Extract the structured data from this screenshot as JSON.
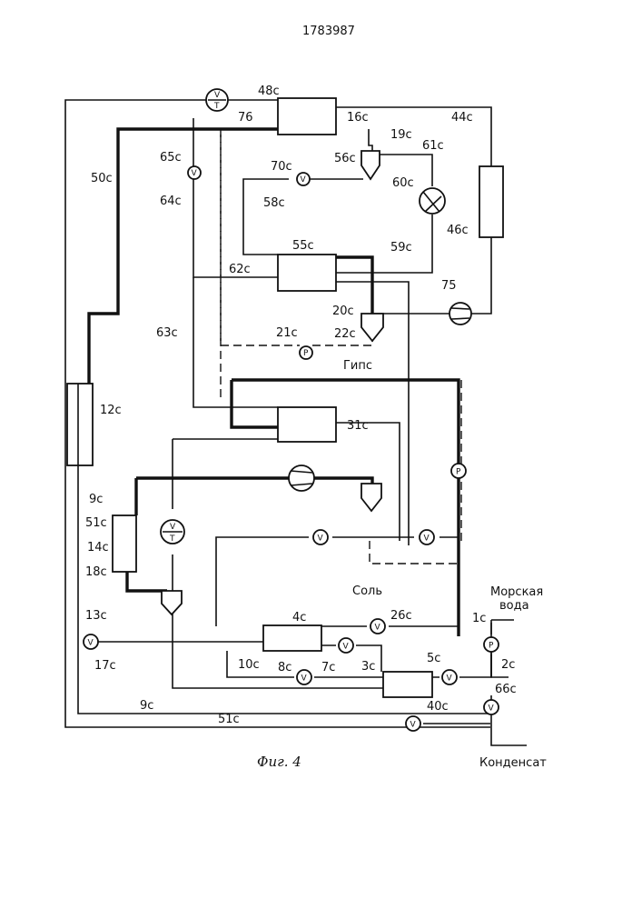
{
  "patent_number": "1783987",
  "caption": "Фиг. 4",
  "texts": {
    "sea_water_1": "Морская",
    "sea_water_2": "вода",
    "condensate": "Конденсат",
    "salt": "Соль",
    "gypsum": "Гипс"
  },
  "symbols": {
    "valve": "V",
    "pump": "P",
    "vt_top": "V",
    "vt_bot": "T"
  },
  "labels": {
    "l48c": "48c",
    "l76": "76",
    "l16c": "16c",
    "l19c": "19c",
    "l61c": "61c",
    "l44c": "44c",
    "l65c": "65c",
    "l70c": "70c",
    "l56c": "56c",
    "l60c": "60c",
    "l50c": "50c",
    "l64c": "64c",
    "l58c": "58c",
    "l46c": "46c",
    "l55c": "55c",
    "l59c": "59c",
    "l62c": "62c",
    "l75": "75",
    "l20c": "20c",
    "l63c": "63c",
    "l21c": "21c",
    "l22c": "22c",
    "l12c": "12c",
    "l31c": "31c",
    "l9c_a": "9c",
    "l51c_a": "51c",
    "l14c": "14c",
    "l18c": "18c",
    "l4c": "4c",
    "l26c": "26c",
    "l1c": "1c",
    "l13c": "13c",
    "l17c": "17c",
    "l10c": "10c",
    "l8c": "8c",
    "l7c": "7c",
    "l3c": "3c",
    "l5c": "5c",
    "l2c": "2c",
    "l40c": "40c",
    "l66c": "66c",
    "l9c_b": "9c",
    "l51c_b": "51c"
  }
}
